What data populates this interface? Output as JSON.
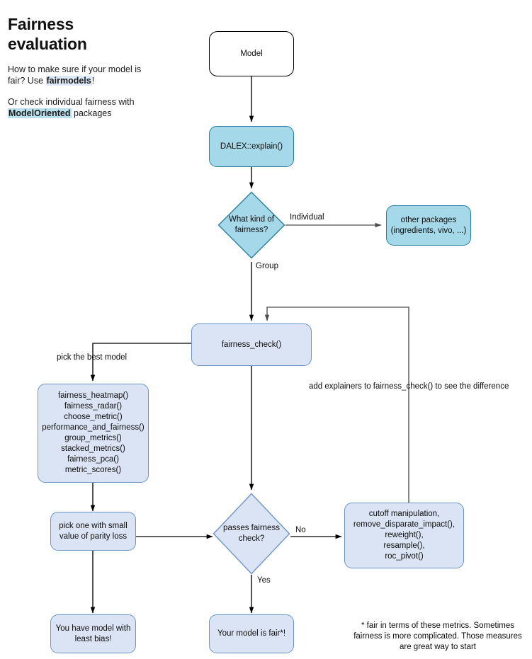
{
  "panel": {
    "title": "Fairness evaluation",
    "para1_pre": "How to make sure if your model is fair? Use ",
    "para1_highlight": "fairmodels",
    "para1_post": "!",
    "para2_pre": "Or check individual fairness with ",
    "para2_highlight": "ModelOriented",
    "para2_post": " packages"
  },
  "colors": {
    "cyan_fill": "#a5d8e8",
    "cyan_stroke": "#2b7f9e",
    "lavender_fill": "#dae4f5",
    "lavender_stroke": "#6d93c7",
    "white_fill": "#ffffff",
    "white_stroke": "#000000",
    "edge_stroke": "#000000",
    "highlight_light": "#dbe9f8",
    "highlight_strong": "#b8e0ee"
  },
  "nodes": {
    "model": {
      "label": "Model",
      "style": "white"
    },
    "dalex": {
      "label": "DALEX::explain()",
      "style": "cyan"
    },
    "kind_of_fairness": {
      "label": "What kind of\nfairness?",
      "style": "cyan"
    },
    "other_packages": {
      "label": "other packages\n(ingredients, vivo, ...)",
      "style": "cyan"
    },
    "fairness_check": {
      "label": "fairness_check()",
      "style": "lavender"
    },
    "visual_functions": {
      "label": "fairness_heatmap()\nfairness_radar()\nchoose_metric()\nperformance_and_fairness()\ngroup_metrics()\nstacked_metrics()\nfairness_pca()\nmetric_scores()",
      "style": "lavender",
      "items": [
        "fairness_heatmap()",
        "fairness_radar()",
        "choose_metric()",
        "performance_and_fairness()",
        "group_metrics()",
        "stacked_metrics()",
        "fairness_pca()",
        "metric_scores()"
      ]
    },
    "pick_one": {
      "label": "pick one with small\nvalue of parity loss",
      "style": "lavender"
    },
    "passes_check": {
      "label": "passes fairness\ncheck?",
      "style": "lavender"
    },
    "mitigation": {
      "label": "cutoff manipulation,\nremove_disparate_impact(),\nreweight(),\nresample(),\nroc_pivot()",
      "style": "lavender",
      "items": [
        "cutoff manipulation,",
        "remove_disparate_impact(),",
        "reweight(),",
        "resample(),",
        "roc_pivot()"
      ]
    },
    "least_bias": {
      "label": "You have model with\nleast bias!",
      "style": "lavender"
    },
    "is_fair": {
      "label": "Your model is fair*!",
      "style": "lavender"
    }
  },
  "edge_labels": {
    "individual": "Individual",
    "group": "Group",
    "pick_best_model": "pick the best model",
    "add_explainers": "add explainers to fairness_check() to see the difference",
    "no": "No",
    "yes": "Yes"
  },
  "footnote": {
    "text": "* fair in terms of these metrics. Sometimes fairness is more complicated. Those measures are great way to start"
  }
}
